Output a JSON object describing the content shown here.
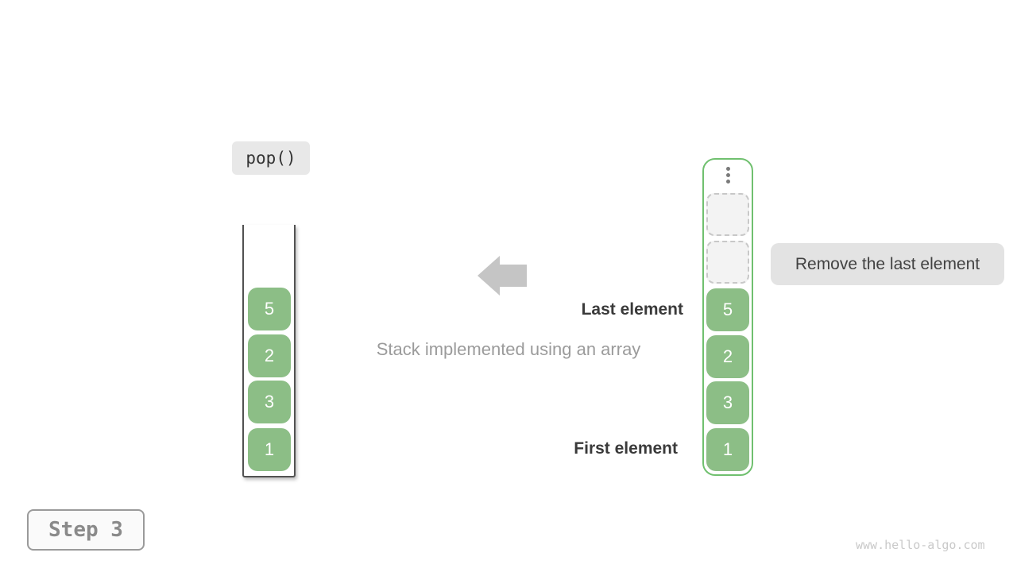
{
  "operation": {
    "label": "pop()"
  },
  "caption": "Stack implemented using an array",
  "markers": {
    "last": "Last element",
    "first": "First element"
  },
  "annotation": {
    "label": "Remove the last element"
  },
  "step": {
    "label": "Step 3"
  },
  "watermark": "www.hello-algo.com",
  "stack": {
    "items": [
      "5",
      "2",
      "3",
      "1"
    ]
  },
  "array": {
    "empty_slot_count": 2,
    "items": [
      "5",
      "2",
      "3",
      "1"
    ]
  },
  "colors": {
    "cell_green": "#8cbe86",
    "array_border_green": "#70c06f",
    "label_bg_gray": "#e8e8e8",
    "annotation_bg_gray": "#e3e3e3",
    "arrow_gray": "#c5c5c5",
    "text_dark": "#3a3a3a",
    "text_muted": "#9b9b9b",
    "watermark_gray": "#c9c9c9"
  }
}
